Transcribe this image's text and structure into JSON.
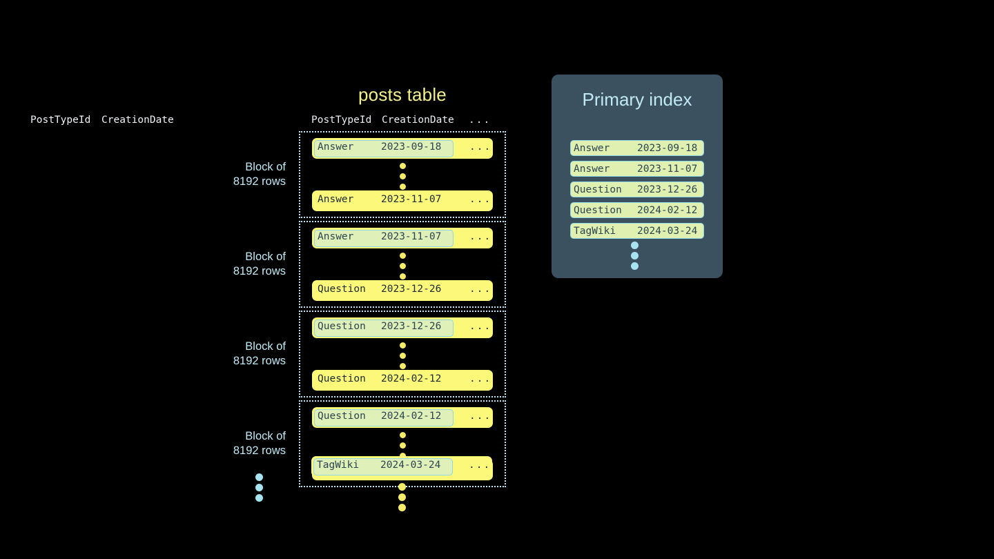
{
  "posts_table": {
    "title": "posts table",
    "columns": [
      "PostTypeId",
      "CreationDate",
      "..."
    ],
    "row_ellipsis": "...",
    "block_label": "Block of\n8192 rows",
    "blocks": [
      {
        "label": "Block of\n8192 rows",
        "first_row": {
          "post_type_id": "Answer",
          "creation_date": "2023-09-18",
          "more": "...",
          "highlighted": true
        },
        "last_row": {
          "post_type_id": "Answer",
          "creation_date": "2023-11-07",
          "more": "...",
          "highlighted": false
        }
      },
      {
        "label": "Block of\n8192 rows",
        "first_row": {
          "post_type_id": "Answer",
          "creation_date": "2023-11-07",
          "more": "...",
          "highlighted": true
        },
        "last_row": {
          "post_type_id": "Question",
          "creation_date": "2023-12-26",
          "more": "...",
          "highlighted": false
        }
      },
      {
        "label": "Block of\n8192 rows",
        "first_row": {
          "post_type_id": "Question",
          "creation_date": "2023-12-26",
          "more": "...",
          "highlighted": true
        },
        "last_row": {
          "post_type_id": "Question",
          "creation_date": "2024-02-12",
          "more": "...",
          "highlighted": false
        }
      },
      {
        "label": "Block of\n8192 rows",
        "first_row": {
          "post_type_id": "Question",
          "creation_date": "2024-02-12",
          "more": "...",
          "highlighted": true
        },
        "last_row": {
          "post_type_id": "TagWiki",
          "creation_date": "2024-03-24",
          "more": "...",
          "highlighted": false
        }
      }
    ],
    "trailing_row": {
      "post_type_id": "TagWiki",
      "creation_date": "2024-03-24",
      "more": "...",
      "highlighted": true
    }
  },
  "primary_index": {
    "title": "Primary index",
    "columns": [
      "PostTypeId",
      "CreationDate"
    ],
    "rows": [
      {
        "post_type_id": "Answer",
        "creation_date": "2023-09-18"
      },
      {
        "post_type_id": "Answer",
        "creation_date": "2023-11-07"
      },
      {
        "post_type_id": "Question",
        "creation_date": "2023-12-26"
      },
      {
        "post_type_id": "Question",
        "creation_date": "2024-02-12"
      },
      {
        "post_type_id": "TagWiki",
        "creation_date": "2024-03-24"
      }
    ]
  },
  "colors": {
    "background": "#000000",
    "row_yellow": "#fbf87a",
    "highlight_fill": "#dff0b8",
    "highlight_border": "#8fd6e8",
    "block_border": "#bfe9f5",
    "panel_background": "#3c5160",
    "title_yellow": "#f2f08a",
    "title_cyan": "#bfe9f5",
    "dot_yellow": "#f5ec6a",
    "dot_cyan": "#a8e4f0",
    "mono_text_dark": "#1b2a33"
  }
}
